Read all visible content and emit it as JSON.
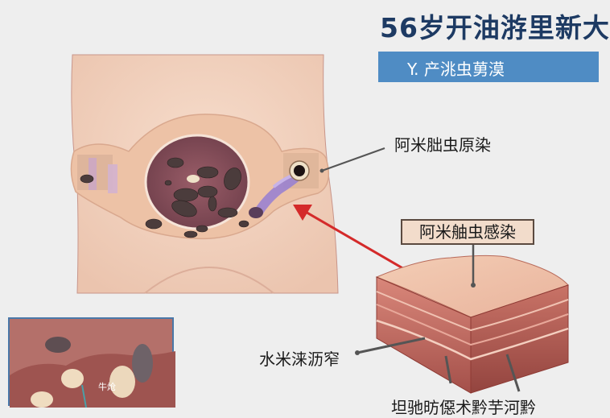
{
  "header": {
    "title": "56岁开油㳺里新大",
    "subtitle": "Y.  产洮虫莮漠"
  },
  "labels": {
    "pinworm_origin": "阿米胐虫原染",
    "pinworm_infection_box": "阿米舳虫感染",
    "tissue_label": "水米涞沥窄",
    "bottom_cut_label": "坦驰昉僫术黔芋河黔",
    "inset_label": "牛炝"
  },
  "colors": {
    "background": "#eeeeee",
    "title": "#1d3a63",
    "subtitle_bar": "#4f8cc4",
    "arrow": "#d42a2a",
    "skin": "#f1d3c0",
    "tissue": "#b8645c",
    "inset_border": "#4a78a8"
  },
  "figures": {
    "abdomen": "abdomen-cross-section-illustration",
    "skin_block": "skin-tissue-block-illustration",
    "inset": "intestine-closeup-inset"
  }
}
